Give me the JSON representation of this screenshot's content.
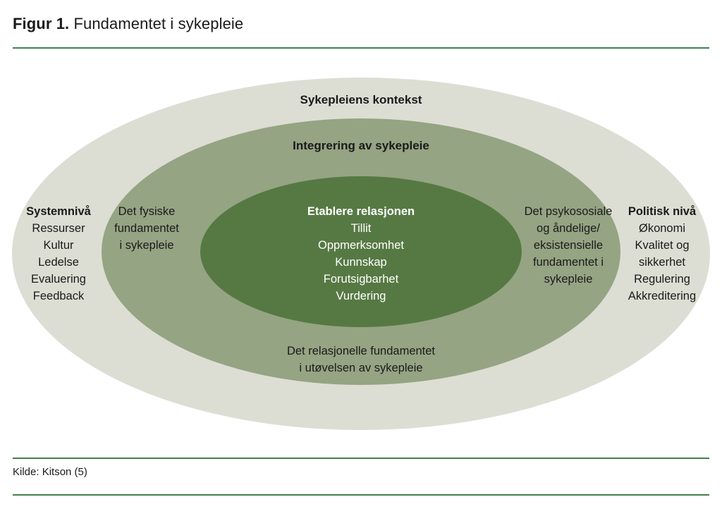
{
  "figure": {
    "title_label": "Figur 1.",
    "title_text": "Fundamentet i sykepleie",
    "source": "Kilde: Kitson (5)"
  },
  "diagram": {
    "outer_label": "Sykepleiens kontekst",
    "middle_label": "Integrering av sykepleie",
    "inner": {
      "title": "Etablere relasjonen",
      "items": [
        "Tillit",
        "Oppmerksomhet",
        "Kunnskap",
        "Forutsigbarhet",
        "Vurdering"
      ]
    },
    "left_outer": {
      "title": "Systemnivå",
      "items": [
        "Ressurser",
        "Kultur",
        "Ledelse",
        "Evaluering",
        "Feedback"
      ]
    },
    "left_middle": {
      "lines": [
        "Det fysiske",
        "fundamentet",
        "i sykepleie"
      ]
    },
    "right_middle": {
      "lines": [
        "Det psykososiale",
        "og åndelige/",
        "eksistensielle",
        "fundamentet i",
        "sykepleie"
      ]
    },
    "right_outer": {
      "title": "Politisk nivå",
      "items": [
        "Økonomi",
        "Kvalitet og",
        "sikkerhet",
        "Regulering",
        "Akkreditering"
      ]
    },
    "bottom_middle": {
      "lines": [
        "Det relasjonelle fundamentet",
        "i utøvelsen av sykepleie"
      ]
    },
    "colors": {
      "outer": "#dcded3",
      "middle": "#95a483",
      "inner": "#567943",
      "rule": "#44804a"
    }
  }
}
